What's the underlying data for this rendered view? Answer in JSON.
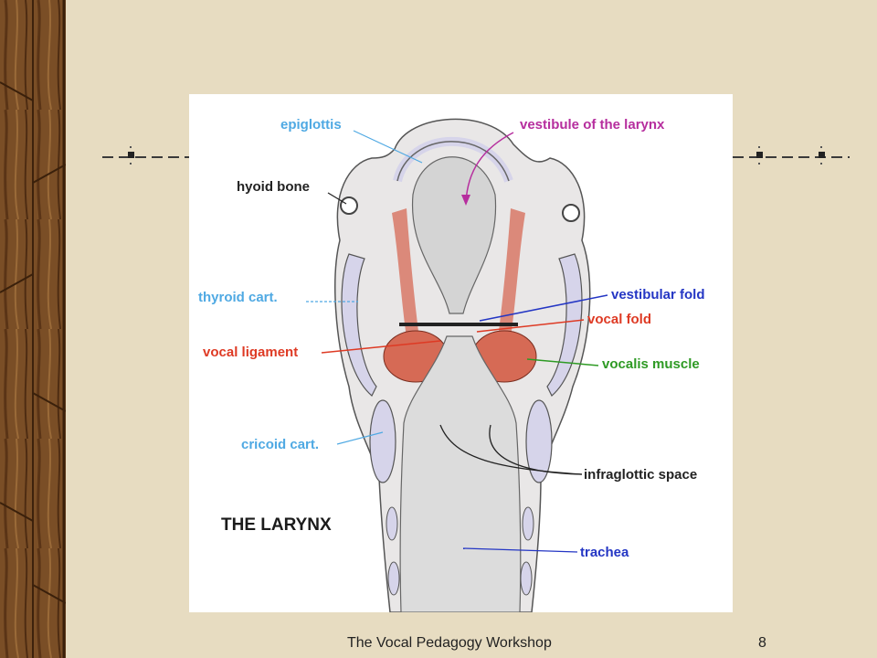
{
  "slide": {
    "footer": "The Vocal Pedagogy Workshop",
    "page_number": "8"
  },
  "figure": {
    "title": "THE LARYNX",
    "labels": {
      "epiglottis": "epiglottis",
      "vestibule": "vestibule of the larynx",
      "hyoid": "hyoid bone",
      "thyroid": "thyroid cart.",
      "vestibular_fold": "vestibular fold",
      "vocal_fold": "vocal fold",
      "vocal_ligament": "vocal ligament",
      "vocalis": "vocalis muscle",
      "cricoid": "cricoid cart.",
      "infraglottic": "infraglottic space",
      "trachea": "trachea"
    },
    "colors": {
      "cyan": "#4fa9e3",
      "purple": "#b62e9e",
      "blue": "#2436c4",
      "red": "#de3a24",
      "green": "#2e9a24",
      "tissue": "#e9e7e7",
      "muscle": "#d66a55",
      "cartilage": "#d6d4ea"
    }
  }
}
